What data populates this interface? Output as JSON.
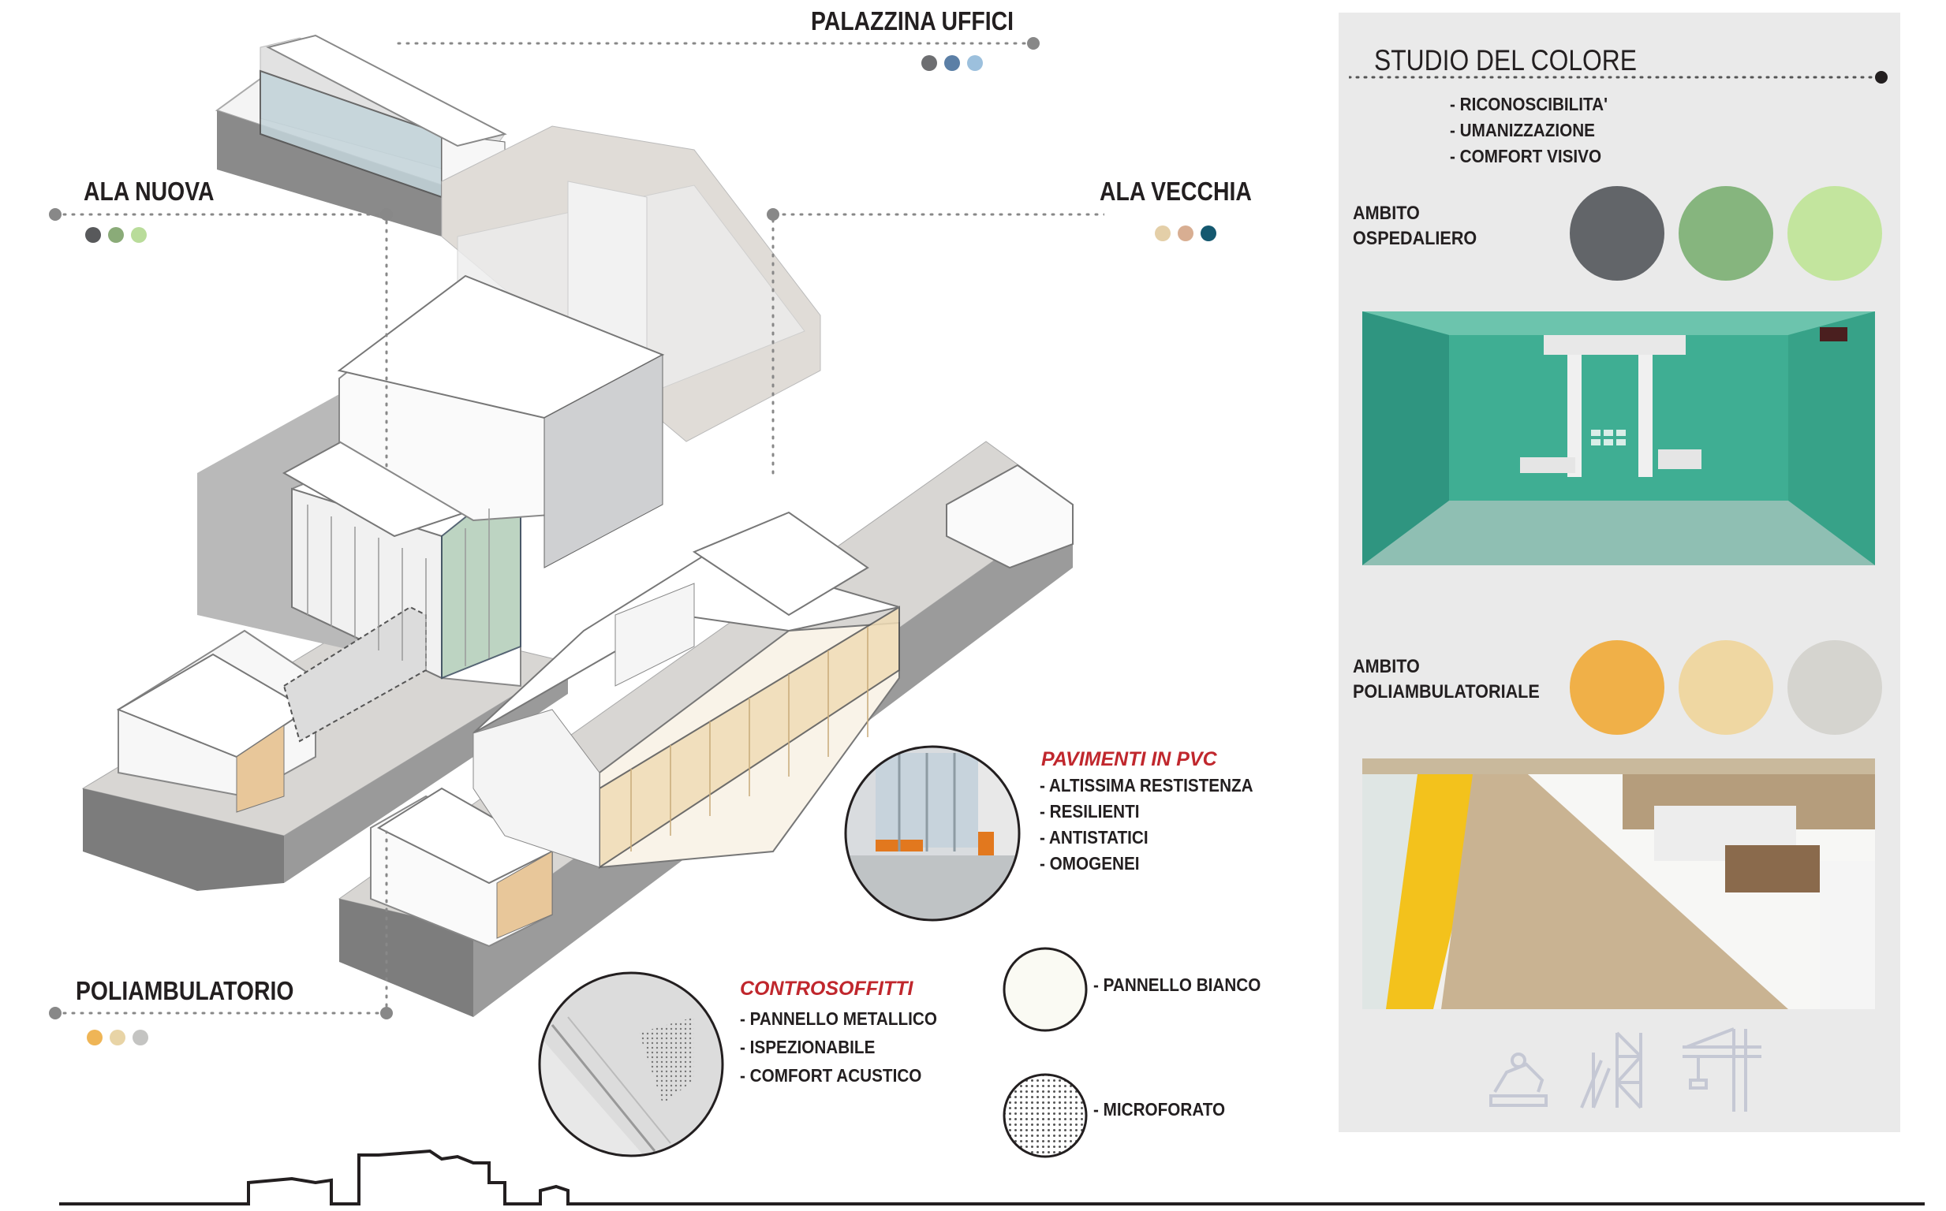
{
  "wings": {
    "palazzina": {
      "label": "PALAZZINA UFFICI",
      "colors": [
        "#6d6e71",
        "#5b7fa6",
        "#9cc0dd"
      ]
    },
    "ala_nuova": {
      "label": "ALA NUOVA",
      "colors": [
        "#58595b",
        "#8aab78",
        "#b9dc9a"
      ]
    },
    "ala_vecchia": {
      "label": "ALA VECCHIA",
      "colors": [
        "#e4cfa8",
        "#d8ae92",
        "#14586f"
      ]
    },
    "poliambulatorio": {
      "label": "POLIAMBULATORIO",
      "colors": [
        "#efb556",
        "#e8d4a6",
        "#c4c4c2"
      ]
    }
  },
  "pavimenti": {
    "title": "PAVIMENTI IN PVC",
    "items": [
      "ALTISSIMA RESTISTENZA",
      "RESILIENTI",
      "ANTISTATICI",
      "OMOGENEI"
    ]
  },
  "controsoffitti": {
    "title": "CONTROSOFFITTI",
    "items": [
      "PANNELLO METALLICO",
      "ISPEZIONABILE",
      "COMFORT ACUSTICO"
    ]
  },
  "materials": {
    "pannello_bianco": "- PANNELLO BIANCO",
    "microforato": "- MICROFORATO"
  },
  "studio": {
    "title": "STUDIO DEL COLORE",
    "items": [
      "RICONOSCIBILITA'",
      "UMANIZZAZIONE",
      "COMFORT VISIVO"
    ],
    "ospedaliero": {
      "label": "AMBITO\nOSPEDALIERO",
      "colors": [
        "#626569",
        "#86b57e",
        "#c3e59e"
      ]
    },
    "poliambulatoriale": {
      "label": "AMBITO\nPOLIAMBULATORIALE",
      "colors": [
        "#f0b048",
        "#efd7a2",
        "#d5d4cf"
      ]
    }
  },
  "icons": [
    "building-site-icon",
    "scaffolding-icon",
    "crane-icon"
  ]
}
